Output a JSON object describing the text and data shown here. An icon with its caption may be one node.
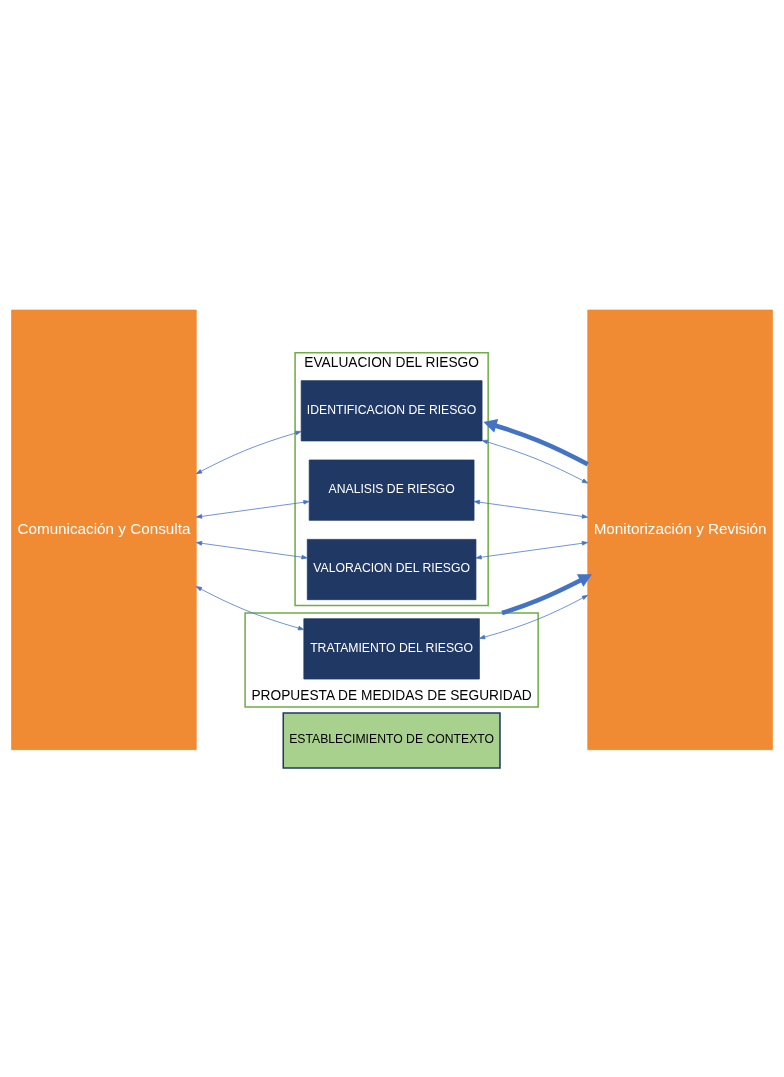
{
  "diagram": {
    "nodes": [
      {
        "text": [
          "ESTABLECIMIENTO DE CONTEXTO"
        ]
      },
      {
        "text": [
          "Comunicación y Consulta"
        ]
      },
      {
        "text": [
          "EVALUACION DEL RIESGO"
        ]
      },
      {
        "text": [
          "IDENTIFICACION DE RIESGO"
        ],
        "in": 2
      },
      {
        "text": [
          "ANALISIS DE RIESGO"
        ],
        "in": 2
      },
      {
        "text": [
          "VALORACION DEL RIESGO"
        ],
        "in": 2
      },
      {
        "text": [
          "PROPUESTA DE MEDIDAS DE SEGURIDAD"
        ]
      },
      {
        "text": [
          "TRATAMIENTO DEL RIESGO"
        ],
        "in": 6
      },
      {
        "text": [
          "Monitorización y Revisión"
        ]
      }
    ],
    "edges": [
      {
        "from": 1,
        "to": 3,
        "arrow": "both"
      },
      {
        "from": 3,
        "to": 8,
        "arrow": "both"
      },
      {
        "from": 1,
        "to": 4,
        "arrow": "both"
      },
      {
        "from": 4,
        "to": 8,
        "arrow": "both"
      },
      {
        "from": 1,
        "to": 5,
        "arrow": "both"
      },
      {
        "from": 5,
        "to": 8,
        "arrow": "both"
      },
      {
        "from": 1,
        "to": 7,
        "arrow": "both"
      },
      {
        "from": 7,
        "to": 8,
        "arrow": "both"
      },
      {
        "from": 8,
        "to": 2,
        "arrow": "to",
        "style": "thick"
      },
      {
        "from": 6,
        "to": 8,
        "arrow": "to",
        "style": "thick"
      }
    ]
  }
}
